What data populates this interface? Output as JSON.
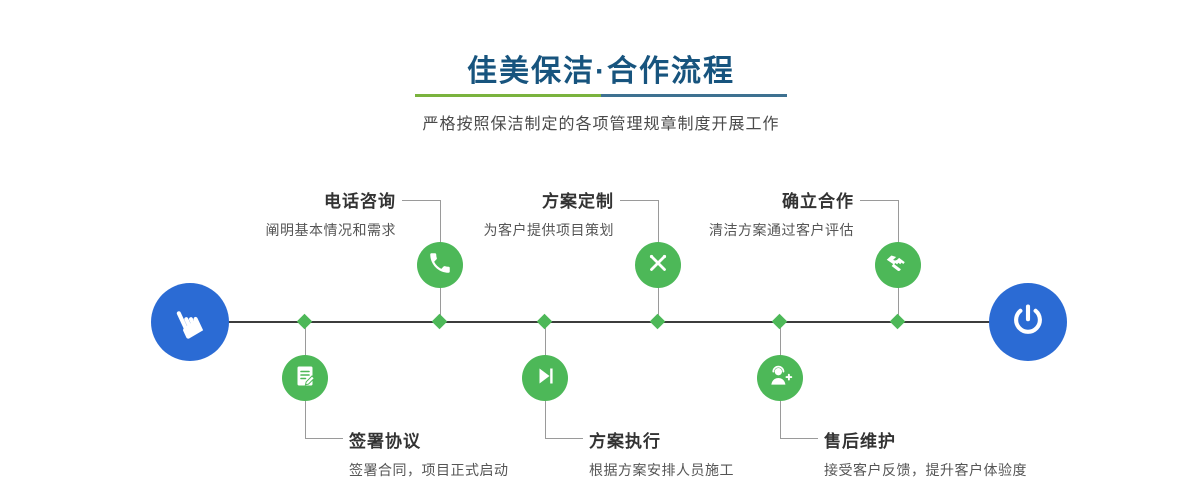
{
  "header": {
    "title": "佳美保洁·合作流程",
    "subtitle": "严格按照保洁制定的各项管理规章制度开展工作"
  },
  "timeline": {
    "start_icon": "pointing-hand-icon",
    "end_icon": "power-icon",
    "hand_glyph": "☛"
  },
  "steps_top": [
    {
      "title": "电话咨询",
      "desc": "阐明基本情况和需求",
      "icon": "phone-icon"
    },
    {
      "title": "方案定制",
      "desc": "为客户提供项目策划",
      "icon": "design-icon"
    },
    {
      "title": "确立合作",
      "desc": "清洁方案通过客户评估",
      "icon": "handshake-icon"
    }
  ],
  "steps_bottom": [
    {
      "title": "签署协议",
      "desc": "签署合同，项目正式启动",
      "icon": "contract-icon"
    },
    {
      "title": "方案执行",
      "desc": "根据方案安排人员施工",
      "icon": "play-icon"
    },
    {
      "title": "售后维护",
      "desc": "接受客户反馈，提升客户体验度",
      "icon": "support-icon"
    }
  ],
  "colors": {
    "accent_green": "#4db858",
    "accent_blue": "#2b6bd4",
    "title_blue": "#17547e"
  }
}
